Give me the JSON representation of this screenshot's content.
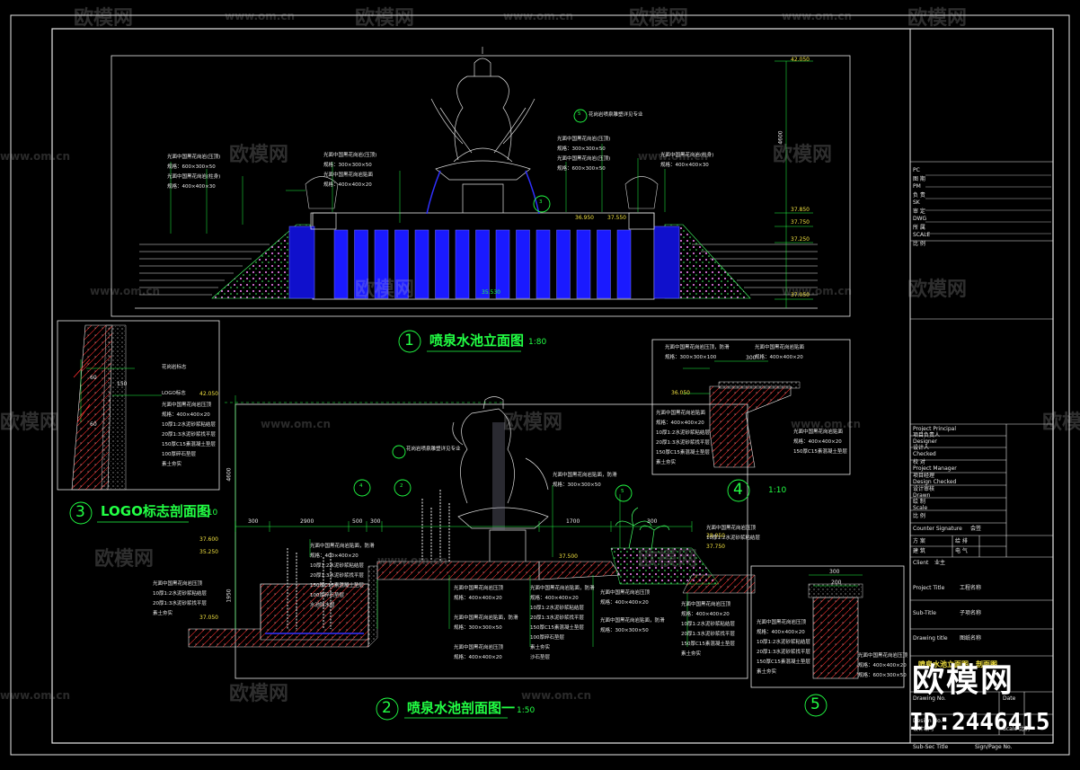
{
  "watermark": {
    "brand": "欧模网",
    "url": "www.om.cn"
  },
  "drawing_titles": {
    "elevation": {
      "num": "1",
      "title": "喷泉水池立面图",
      "scale": "1:80"
    },
    "section_main": {
      "num": "2",
      "title": "喷泉水池剖面图一",
      "scale": "1:50"
    },
    "logo_section": {
      "num": "3",
      "title": "LOGO标志剖面图",
      "scale": "1:10"
    },
    "detail_4": {
      "num": "4",
      "scale": "1:10"
    },
    "detail_5": {
      "num": "5"
    }
  },
  "callout_bubbles": [
    "4",
    "2",
    "5",
    "3",
    "5"
  ],
  "elevations": [
    "42.050",
    "37.850",
    "37.750",
    "37.250",
    "37.050",
    "36.950",
    "37.550",
    "37.750",
    "38.050",
    "37.050",
    "37.600",
    "37.500",
    "35.250",
    "42.050",
    "36.050"
  ],
  "dimensions": {
    "elev_height": "4600",
    "elev_ground": "35.530",
    "sec_height": "4600",
    "sec_left": "1950",
    "sec_spans": [
      "300",
      "2900",
      "500",
      "300",
      "1700",
      "300"
    ],
    "detail5_width": "300",
    "detail5_inner": "200",
    "detail4_width": "300",
    "logo_dims": [
      "60",
      "150",
      "60"
    ]
  },
  "notes": {
    "logo_label": "LOGO标志",
    "notes_logo": [
      "花岗岩标志",
      "光面中国黑花岗岩压顶",
      "规格：400×400×20",
      "10厚1:2水泥砂浆粘结层",
      "20厚1:3水泥砂浆找平层",
      "150厚C15素混凝土垫层",
      "100厚碎石垫层",
      "素土夯实"
    ],
    "notes_elev": [
      "光面中国黑花岗岩(压顶)",
      "规格：600×300×50",
      "光面中国黑花岗岩(柱身)",
      "规格：400×400×30",
      "光面中国黑花岗岩(压顶)",
      "规格：300×300×50",
      "光面中国黑花岗岩贴面",
      "规格：400×400×20",
      "花岗岩喷泉雕塑详见专业"
    ],
    "notes_sec": [
      "光面中国黑花岗岩压顶",
      "规格：400×400×20",
      "10厚1:2水泥砂浆粘结层",
      "20厚1:3水泥砂浆找平层",
      "150厚C15素混凝土垫层",
      "100厚碎石垫层",
      "素土夯实",
      "光面中国黑花岗岩贴面，防滑",
      "规格：300×300×50",
      "花岗岩喷泉雕塑详见专业",
      "水池防水层",
      "沙石垫层"
    ],
    "notes_d4": [
      "光面中国黑花岗岩压顶，防滑",
      "规格：300×300×100",
      "光面中国黑花岗岩贴面",
      "规格：400×400×20",
      "10厚1:2水泥砂浆粘结层",
      "20厚1:3水泥砂浆找平层",
      "150厚C15素混凝土垫层",
      "素土夯实"
    ],
    "notes_d5": [
      "光面中国黑花岗岩压顶",
      "规格：400×400×20",
      "10厚1:2水泥砂浆粘结层",
      "20厚1:3水泥砂浆找平层",
      "150厚C15素混凝土垫层",
      "素土夯实",
      "规格：600×300×50"
    ]
  },
  "title_block": {
    "rows_top": [
      "PC",
      "图 期",
      "PM",
      "负 责",
      "SK",
      "审 定",
      "DWG",
      "所 属",
      "SCALE",
      "比 例"
    ],
    "project_principal": "Project Principal",
    "principal_cn": "项目负责人",
    "designer": "Designer",
    "designer_cn": "设计人",
    "checked": "Checked",
    "checked_cn": "校 对",
    "project_manager": "Project Manager",
    "manager_cn": "项目经理",
    "design_checked": "Design Checked",
    "design_checked_cn": "设计审核",
    "drawn": "Drawn",
    "drawn_cn": "绘 制",
    "scale_row": "Scale",
    "scale_cn": "比 例",
    "counter_signature": "Counter Signature",
    "counter_cn": "会签",
    "sign_cells": [
      "方 案",
      "建 筑",
      "给 排",
      "电 气"
    ],
    "client": "Client",
    "client_cn": "业主",
    "project_title": "Project Title",
    "project_title_cn": "工程名称",
    "sub_title": "Sub-Title",
    "sub_title_cn": "子项名称",
    "drawing_title": "Drawing title",
    "drawing_title_cn": "图纸名称",
    "yellow_title": "喷泉水池立面图、剖面图",
    "drawing_no_label": "Drawing No.",
    "date_label": "Date",
    "design_no_label": "Design No.",
    "design_no_cn": "设计编号",
    "scale_cell": "Scale 比例",
    "bottom_left": "Sub-Sec Title",
    "bottom_right": "Sign/Page No."
  },
  "brand_logo": "欧模网",
  "asset_id": "ID:2446415",
  "colors": {
    "frame": "#e8e8e8",
    "green": "#22ff44",
    "blue": "#1a1aff",
    "magenta": "#ff55ff",
    "red": "#ff3030",
    "yellow": "#f0e040",
    "cyan": "#30e0ff"
  }
}
